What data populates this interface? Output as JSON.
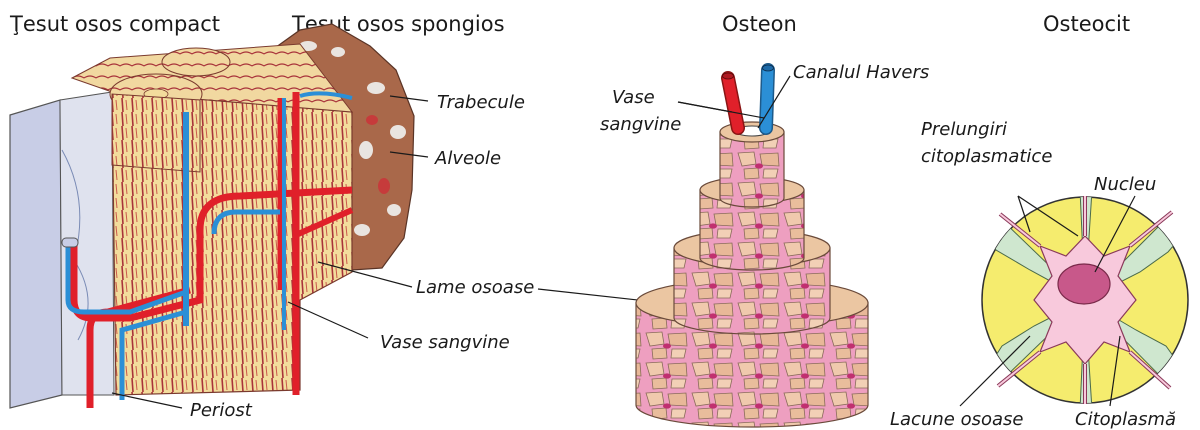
{
  "panels": {
    "compact_title": "Ţesut osos compact",
    "spongy_title": "Ţesut osos spongios",
    "osteon_title": "Osteon",
    "osteocyte_title": "Osteocit"
  },
  "labels": {
    "trabecule": "Trabecule",
    "alveole": "Alveole",
    "lame_osoase": "Lame osoase",
    "vase_sangvine_bone": "Vase sangvine",
    "periost": "Periost",
    "canalul_havers": "Canalul Havers",
    "vase_line1": "Vase",
    "vase_line2": "sangvine",
    "prelungiri_line1": "Prelungiri",
    "prelungiri_line2": "citoplasmatice",
    "nucleu": "Nucleu",
    "lacune_osoase": "Lacune osoase",
    "citoplasma": "Citoplasmă"
  },
  "colors": {
    "bone_yellow": "#f3dc9c",
    "bone_stripe": "#a8323a",
    "vessel_red": "#e0202a",
    "vessel_blue": "#2b8fd6",
    "periosteum": "#c8cde6",
    "spongy_brown": "#a9684a",
    "osteon_ring": "#ebc6a2",
    "matrix_pink": "#ee9fc0",
    "cell_yellow": "#f5ec6e",
    "cytoplasm_pink": "#f8c9dc",
    "nucleus": "#c8588a"
  }
}
